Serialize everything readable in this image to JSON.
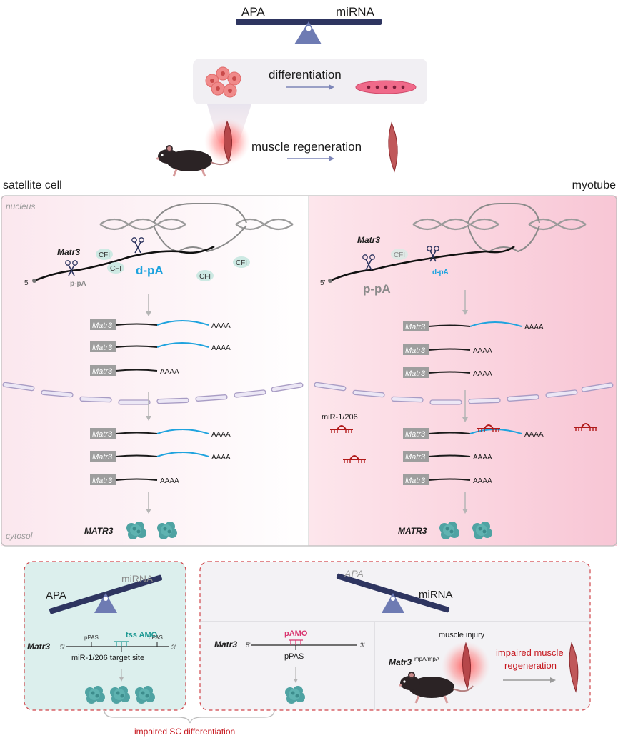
{
  "colors": {
    "beam": "#2e3560",
    "fulcrum": "#6e7bb3",
    "blue_utr": "#1fa3de",
    "red": "#c6161d",
    "pink_bg": "#f7cad8",
    "teal_box": "#dcefed",
    "protein": "#4fa3a3"
  },
  "top": {
    "apa_label": "APA",
    "mirna_label": "miRNA",
    "differentiation_label": "differentiation",
    "regeneration_label": "muscle regeneration"
  },
  "headers": {
    "left": "satellite cell",
    "right": "myotube"
  },
  "compartments": {
    "nucleus": "nucleus",
    "cytosol": "cytosol"
  },
  "left_panel": {
    "gene": "Matr3",
    "five_prime": "5'",
    "proximal_pa": "p-pA",
    "distal_pa": "d-pA",
    "cfi": [
      "CFI",
      "CFI",
      "CFI",
      "CFI"
    ],
    "transcripts_nucleus": [
      {
        "label": "Matr3",
        "tail": "AAAA",
        "long": true
      },
      {
        "label": "Matr3",
        "tail": "AAAA",
        "long": true
      },
      {
        "label": "Matr3",
        "tail": "AAAA",
        "long": false
      }
    ],
    "transcripts_cytosol": [
      {
        "label": "Matr3",
        "tail": "AAAA",
        "long": true
      },
      {
        "label": "Matr3",
        "tail": "AAAA",
        "long": true
      },
      {
        "label": "Matr3",
        "tail": "AAAA",
        "long": false
      }
    ],
    "protein_label": "MATR3"
  },
  "right_panel": {
    "gene": "Matr3",
    "five_prime": "5'",
    "proximal_pa": "p-pA",
    "distal_pa": "d-pA",
    "cfi": [
      "CFI"
    ],
    "mirna_label": "miR-1/206",
    "transcripts_nucleus": [
      {
        "label": "Matr3",
        "tail": "AAAA",
        "long": true
      },
      {
        "label": "Matr3",
        "tail": "AAAA",
        "long": false
      },
      {
        "label": "Matr3",
        "tail": "AAAA",
        "long": false
      }
    ],
    "transcripts_cytosol": [
      {
        "label": "Matr3",
        "tail": "AAAA",
        "long": true
      },
      {
        "label": "Matr3",
        "tail": "AAAA",
        "long": false
      },
      {
        "label": "Matr3",
        "tail": "AAAA",
        "long": false
      }
    ],
    "protein_label": "MATR3"
  },
  "bottom_left": {
    "apa_label": "APA",
    "mirna_label": "miRNA",
    "gene": "Matr3",
    "five_prime": "5'",
    "three_prime": "3'",
    "ppas": "pPAS",
    "dpas": "dPAS",
    "amo": "tss AMO",
    "target_site": "miR-1/206 target site"
  },
  "bottom_right": {
    "apa_label": "APA",
    "mirna_label": "miRNA",
    "gene": "Matr3",
    "five_prime": "5'",
    "three_prime": "3'",
    "amo": "pAMO",
    "ppas": "pPAS",
    "injury_label": "muscle injury",
    "mouse_gene": "Matr3",
    "mouse_superscript": "mpA/mpA",
    "outcome_line1": "impaired muscle",
    "outcome_line2": "regeneration"
  },
  "footer": {
    "impaired_sc": "impaired SC differentiation"
  }
}
